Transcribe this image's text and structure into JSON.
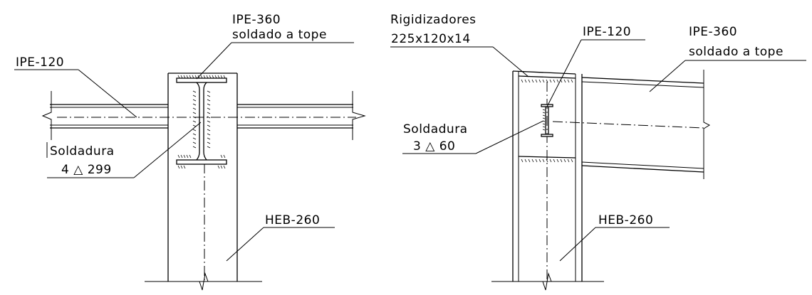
{
  "left_detail": {
    "beam_label": "IPE-120",
    "post_label_line1": "IPE-360",
    "post_label_line2": "soldado a tope",
    "weld_label_line1": "Soldadura",
    "weld_label_line2": "4 △ 299",
    "column_label": "HEB-260"
  },
  "right_detail": {
    "stiffener_label_line1": "Rigidizadores",
    "stiffener_label_line2": "225x120x14",
    "section_label": "IPE-120",
    "beam_label_line1": "IPE-360",
    "beam_label_line2": "soldado a tope",
    "weld_label_line1": "Soldadura",
    "weld_label_line2": "3 △ 60",
    "column_label": "HEB-260"
  }
}
